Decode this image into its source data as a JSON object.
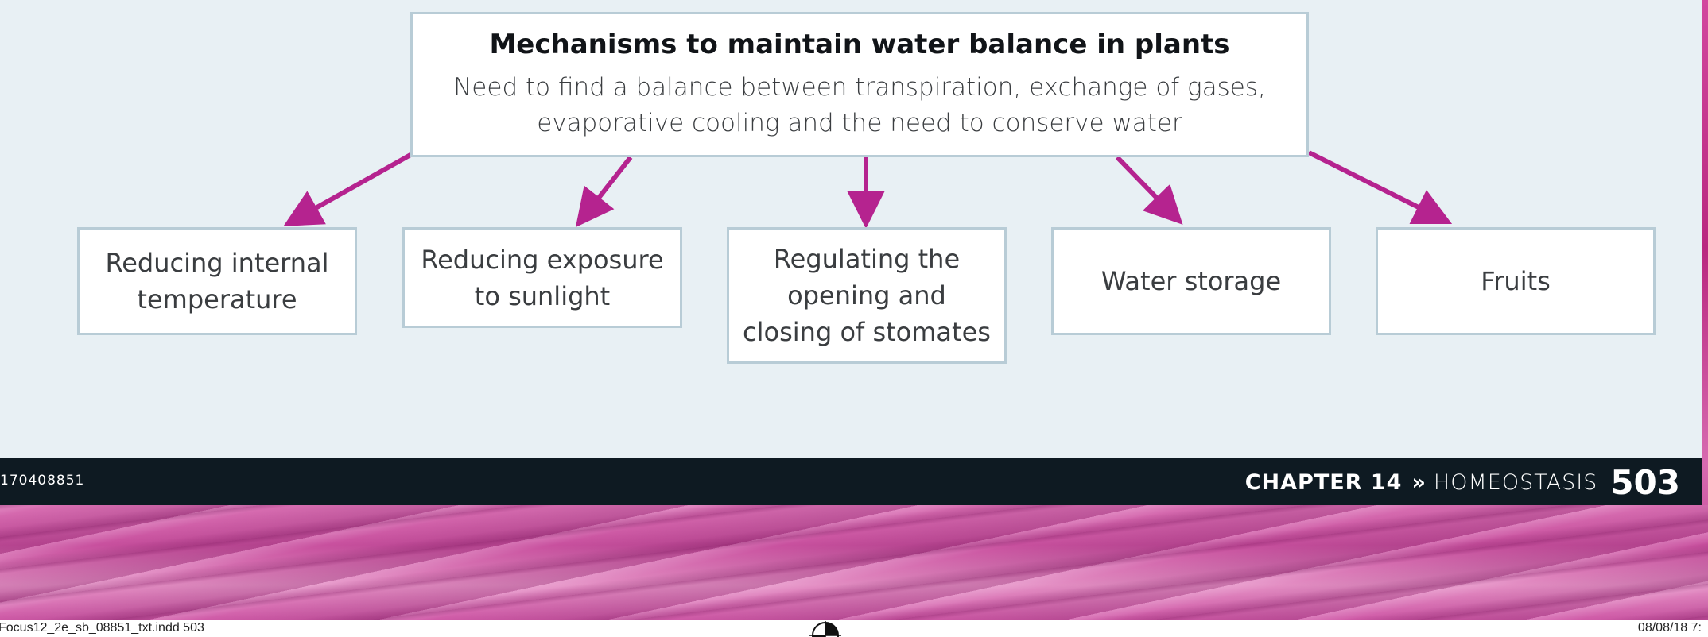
{
  "diagram": {
    "main": {
      "title": "Mechanisms to maintain water balance in plants",
      "subtitle_line1": "Need to find a balance between transpiration, exchange of gases,",
      "subtitle_line2": "evaporative cooling and the need to conserve water"
    },
    "children": [
      {
        "line1": "Reducing internal",
        "line2": "temperature",
        "line3": ""
      },
      {
        "line1": "Reducing exposure",
        "line2": "to sunlight",
        "line3": ""
      },
      {
        "line1": "Regulating the",
        "line2": "opening and",
        "line3": "closing of stomates"
      },
      {
        "line1": "Water storage",
        "line2": "",
        "line3": ""
      },
      {
        "line1": "Fruits",
        "line2": "",
        "line3": ""
      }
    ],
    "colors": {
      "arrow": "#b5238f",
      "panel_background": "#e8f0f4",
      "box_border": "#b8ccd6"
    }
  },
  "footer": {
    "isbn": "170408851",
    "chapter_label": "CHAPTER 14",
    "separator": "»",
    "chapter_name": "HOMEOSTASIS",
    "page_number": "503",
    "background": "#0e1a22"
  },
  "slug": {
    "left": "Focus12_2e_sb_08851_txt.indd   503",
    "right": "08/08/18   7:"
  }
}
